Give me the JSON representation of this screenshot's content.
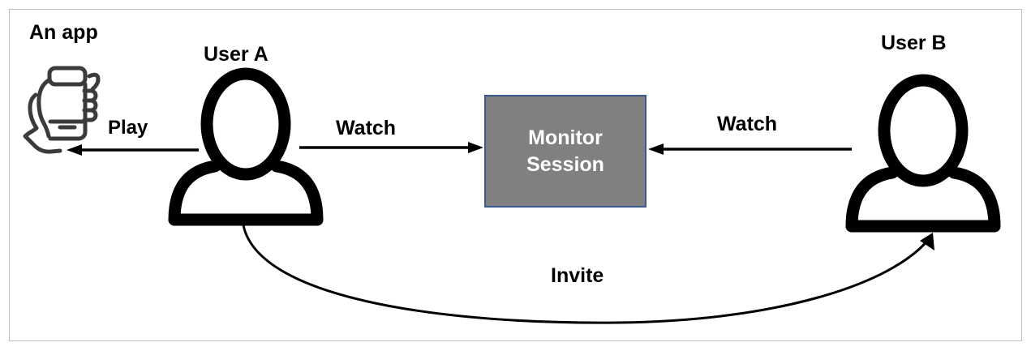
{
  "diagram": {
    "title_note": "An app",
    "app_icon_name": "hand-holding-phone-icon",
    "actors": [
      {
        "id": "user-a",
        "label": "User A"
      },
      {
        "id": "user-b",
        "label": "User B"
      }
    ],
    "node": {
      "id": "monitor-session",
      "line1": "Monitor",
      "line2": "Session",
      "fill_color": "#808080",
      "border_color": "#39598F",
      "text_color": "#FFFFFF"
    },
    "edges": [
      {
        "id": "play",
        "label": "Play",
        "from": "user-a",
        "to": "app",
        "direction": "left"
      },
      {
        "id": "watch-left",
        "label": "Watch",
        "from": "user-a",
        "to": "monitor-session",
        "direction": "right"
      },
      {
        "id": "watch-right",
        "label": "Watch",
        "from": "user-b",
        "to": "monitor-session",
        "direction": "left"
      },
      {
        "id": "invite",
        "label": "Invite",
        "from": "user-a",
        "to": "user-b",
        "direction": "curved-right"
      }
    ],
    "frame_color": "#BFBFBF",
    "stroke_color": "#000000",
    "background_color": "#FFFFFF"
  }
}
